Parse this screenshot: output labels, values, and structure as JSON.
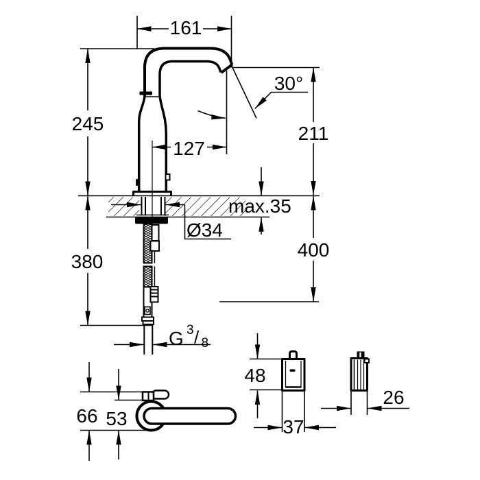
{
  "main_view": {
    "spout_reach": "161",
    "outlet_angle": "30°",
    "outlet_height": "211",
    "spout_top_height": "245",
    "center_to_outlet": "127",
    "max_deck_thickness": "max.35",
    "hole_diameter": "Ø34",
    "connection_length": "400",
    "hose_length": "380",
    "thread": {
      "letter": "G",
      "numerator": "3",
      "slash": "/",
      "denominator": "8"
    }
  },
  "plan_view": {
    "overall_width": "66",
    "body_width": "53"
  },
  "control_box": {
    "height": "48",
    "width": "37",
    "depth": "26"
  },
  "colors": {
    "ink": "#000000",
    "paper": "#ffffff"
  }
}
